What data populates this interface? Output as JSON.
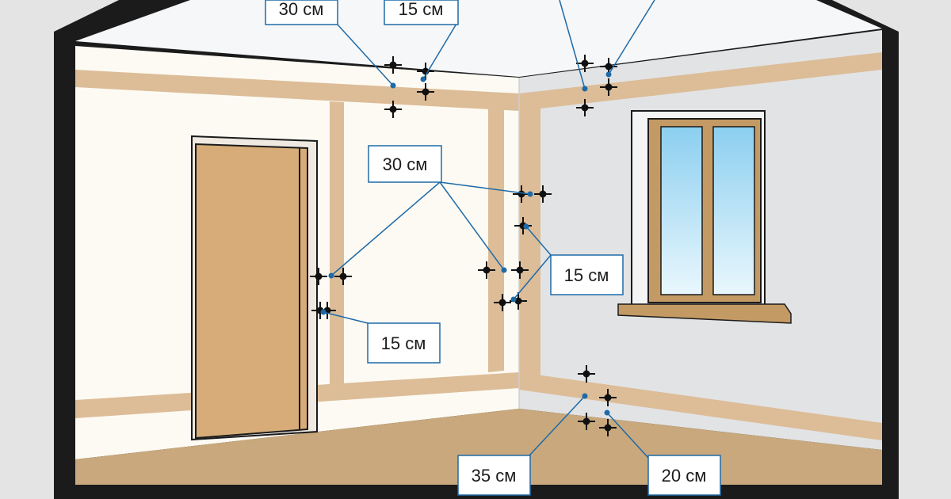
{
  "colors": {
    "frame": "#1b1b1b",
    "outer": "#e4e4e4",
    "ceiling": "#f6f7f8",
    "left_wall": "#fdfaf3",
    "right_wall": "#e2e3e5",
    "floor": "#c8a87c",
    "wiring_band": "#dcbd98",
    "door": "#d7ac78",
    "door_frame": "#efe9e1",
    "window_frame": "#c49a64",
    "glass": "#9fd7f2",
    "leader": "#1e6aa8",
    "box_border": "#1e6aa8",
    "box_fill": "#ffffff",
    "cross": "#111111"
  },
  "labels": [
    {
      "id": "ceiling-left-30",
      "text": "30 см"
    },
    {
      "id": "ceiling-left-15",
      "text": "15 см"
    },
    {
      "id": "door-30",
      "text": "30 см"
    },
    {
      "id": "corner-15",
      "text": "15 см"
    },
    {
      "id": "door-15",
      "text": "15 см"
    },
    {
      "id": "floor-35",
      "text": "35 см"
    },
    {
      "id": "floor-20",
      "text": "20 см"
    }
  ]
}
